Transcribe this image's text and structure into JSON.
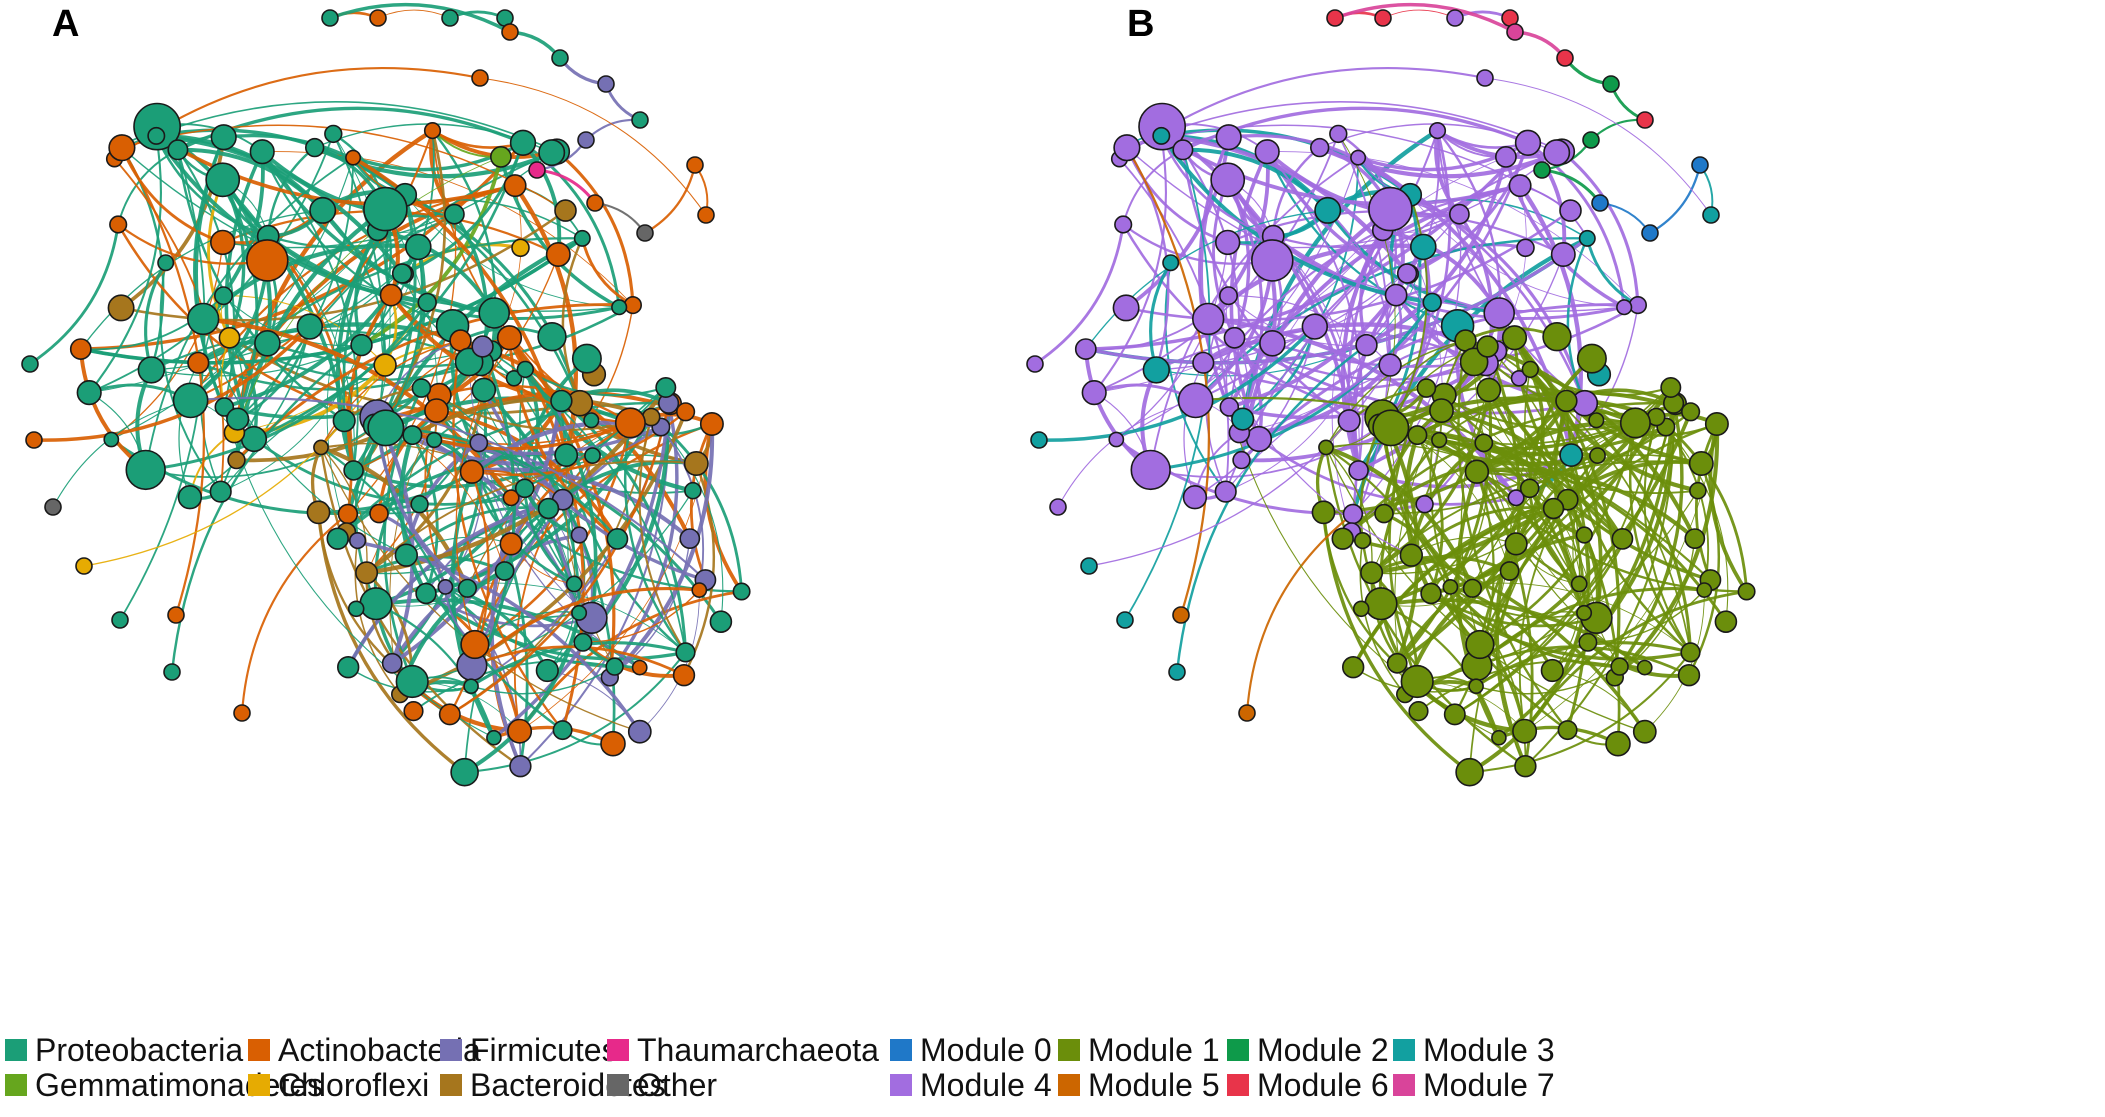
{
  "panels": [
    {
      "label": "A",
      "legend": [
        {
          "name": "Proteobacteria",
          "color": "#1b9e77"
        },
        {
          "name": "Actinobacteria",
          "color": "#d95f02"
        },
        {
          "name": "Firmicutes",
          "color": "#7570b3"
        },
        {
          "name": "Thaumarchaeota",
          "color": "#e7298a"
        },
        {
          "name": "Gemmatimonadetes",
          "color": "#66a61e"
        },
        {
          "name": "Chloroflexi",
          "color": "#e6ab02"
        },
        {
          "name": "Bacteroidetes",
          "color": "#a6761d"
        },
        {
          "name": "Other",
          "color": "#666666"
        }
      ]
    },
    {
      "label": "B",
      "legend": [
        {
          "name": "Module 0",
          "color": "#1f78c8"
        },
        {
          "name": "Module 1",
          "color": "#6b8e0b"
        },
        {
          "name": "Module 2",
          "color": "#0e9a4a"
        },
        {
          "name": "Module 3",
          "color": "#12a0a0"
        },
        {
          "name": "Module 4",
          "color": "#a26de0"
        },
        {
          "name": "Module 5",
          "color": "#cc6600"
        },
        {
          "name": "Module 6",
          "color": "#e8344a"
        },
        {
          "name": "Module 7",
          "color": "#d9449a"
        }
      ]
    }
  ]
}
